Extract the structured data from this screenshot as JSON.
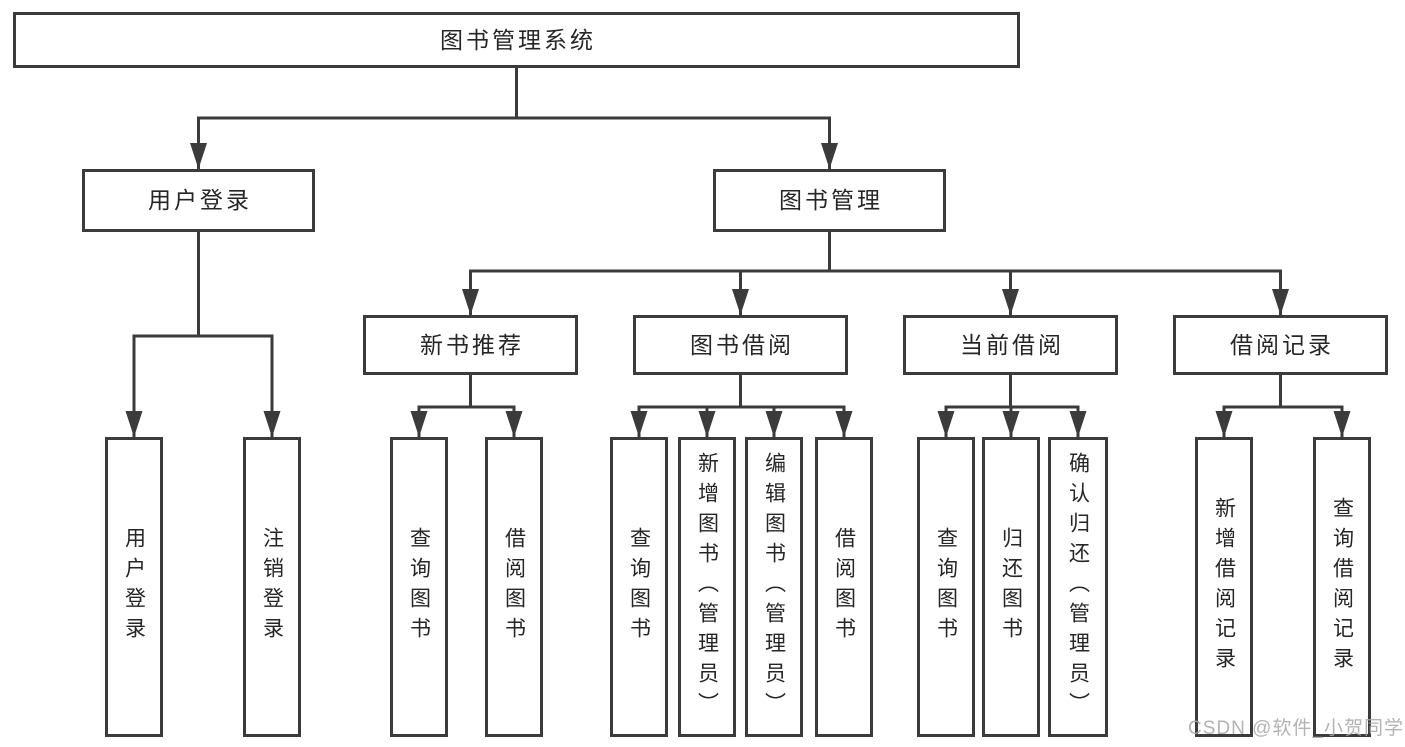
{
  "tree": {
    "label": "图书管理系统",
    "children": [
      {
        "label": "用户登录",
        "children": [
          {
            "label": "用户登录"
          },
          {
            "label": "注销登录"
          }
        ]
      },
      {
        "label": "图书管理",
        "children": [
          {
            "label": "新书推荐",
            "children": [
              {
                "label": "查询图书"
              },
              {
                "label": "借阅图书"
              }
            ]
          },
          {
            "label": "图书借阅",
            "children": [
              {
                "label": "查询图书"
              },
              {
                "label": "新增图书（管理员）"
              },
              {
                "label": "编辑图书（管理员）"
              },
              {
                "label": "借阅图书"
              }
            ]
          },
          {
            "label": "当前借阅",
            "children": [
              {
                "label": "查询图书"
              },
              {
                "label": "归还图书"
              },
              {
                "label": "确认归还（管理员）"
              }
            ]
          },
          {
            "label": "借阅记录",
            "children": [
              {
                "label": "新增借阅记录"
              },
              {
                "label": "查询借阅记录"
              }
            ]
          }
        ]
      }
    ]
  },
  "watermark": {
    "text": "CSDN @软件_小贺同学"
  },
  "colors": {
    "line": "#3b3b3b",
    "text": "#262626",
    "background": "#ffffff",
    "watermark": "#a6a6a6"
  }
}
